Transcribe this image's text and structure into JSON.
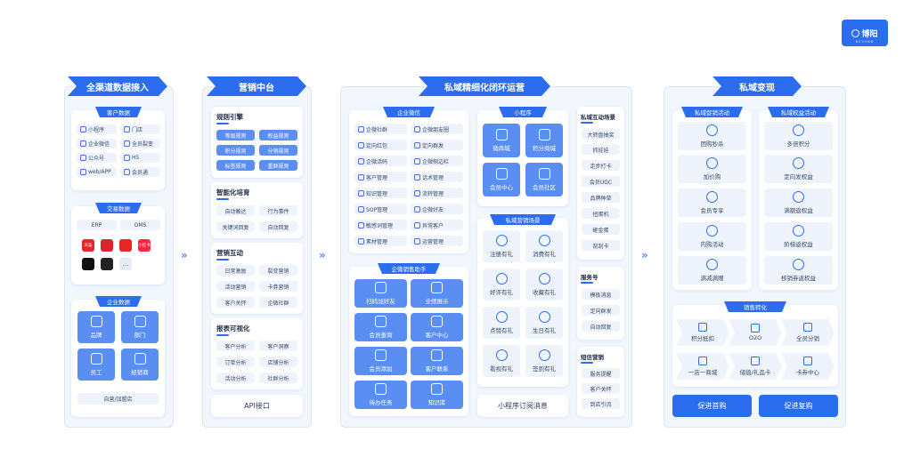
{
  "logo": {
    "text": "博阳",
    "sub": "BEYOND"
  },
  "col1": {
    "title": "全渠道数据接入",
    "customer": {
      "tab": "客户数据",
      "items": [
        "小程序",
        "门店",
        "企业微信",
        "全员裂变",
        "公众号",
        "H5",
        "web/APP",
        "会员通"
      ]
    },
    "trade": {
      "tab": "交易数据",
      "items": [
        "ERP",
        "OMS"
      ],
      "apps": [
        "天猫",
        "",
        "",
        "小红书",
        "",
        "",
        "..."
      ]
    },
    "enterprise": {
      "tab": "企业数据",
      "tiles": [
        "品牌",
        "部门",
        "员工",
        "经销商"
      ],
      "footer": "自营/加盟店"
    }
  },
  "col2": {
    "title": "营销中台",
    "rules": {
      "title": "规则引擎",
      "items": [
        "等级规则",
        "权益规则",
        "积分规则",
        "分销规则",
        "标签规则",
        "重群规则"
      ]
    },
    "smart": {
      "title": "智能化培育",
      "items": [
        "自动触达",
        "行为事件",
        "关键词回复",
        "自动回复"
      ]
    },
    "interact": {
      "title": "营销互动",
      "items": [
        "日常激励",
        "裂变营销",
        "活动营销",
        "卡券营销",
        "客户关怀",
        "企微社群"
      ]
    },
    "report": {
      "title": "报表可视化",
      "items": [
        "客户分析",
        "客户洞察",
        "订单分析",
        "店铺分析",
        "活动分析",
        "社群分析"
      ]
    },
    "api": "API接口"
  },
  "col3": {
    "title": "私域精细化闭环运营",
    "wecom": {
      "tab": "企业微信",
      "items": [
        "企微社群",
        "企微朋友圈",
        "定向红包",
        "定向群发",
        "企微活码",
        "企微侧边栏",
        "客户管理",
        "话术管理",
        "知识管理",
        "流转管理",
        "SOP管理",
        "企微好友",
        "敏感词管理",
        "异常客户",
        "素材管理",
        "运营管理"
      ]
    },
    "assistant": {
      "tab": "企微销售助手",
      "items": [
        "扫码加好友",
        "业绩展示",
        "会员查询",
        "客户中心",
        "会员添加",
        "客户联系",
        "待办任务",
        "知识库"
      ]
    },
    "mini": {
      "tab": "小程序",
      "items": [
        "微商城",
        "积分商城",
        "会员中心",
        "会员社区"
      ]
    },
    "scene": {
      "tab": "私域营销场景",
      "items": [
        "注册有礼",
        "消费有礼",
        "好评有礼",
        "收藏有礼",
        "点赞有礼",
        "生日有礼",
        "看视有礼",
        "签到有礼"
      ]
    },
    "subscribe": "小程序订阅消息",
    "interactScene": {
      "title": "私域互动场景",
      "items": [
        "大转盘抽奖",
        "抓娃娃",
        "走步打卡",
        "会员UGC",
        "品牌种草",
        "扭蛋机",
        "砸金蛋",
        "刮刮卡"
      ]
    },
    "service": {
      "title": "服务号",
      "items": [
        "模板消息",
        "定向群发",
        "自动回复"
      ]
    },
    "sms": {
      "title": "短信营销",
      "items": [
        "服务提醒",
        "客户关怀",
        "到店引流"
      ]
    }
  },
  "col4": {
    "title": "私域变现",
    "promo": {
      "tab": "私域促销活动",
      "items": [
        "团购秒杀",
        "加价购",
        "会员专享",
        "内购活动",
        "满减满赠"
      ]
    },
    "rights": {
      "tab": "私域权益活动",
      "items": [
        "多倍积分",
        "定向发权益",
        "满额返权益",
        "阶梯返权益",
        "核销券返权益"
      ]
    },
    "convert": {
      "tab": "销售转化",
      "items": [
        "积分抵扣",
        "O2O",
        "全员分销",
        "一店一商城",
        "储值/礼品卡",
        "卡券中心"
      ]
    },
    "buttons": [
      "促进首购",
      "促进复购"
    ]
  },
  "arrows": [
    "»",
    "»",
    "»"
  ],
  "colors": {
    "primary": "#2c6df0",
    "tile": "#5b8ef2",
    "panel": "#f2f6fd",
    "chip": "#eef3fc"
  }
}
